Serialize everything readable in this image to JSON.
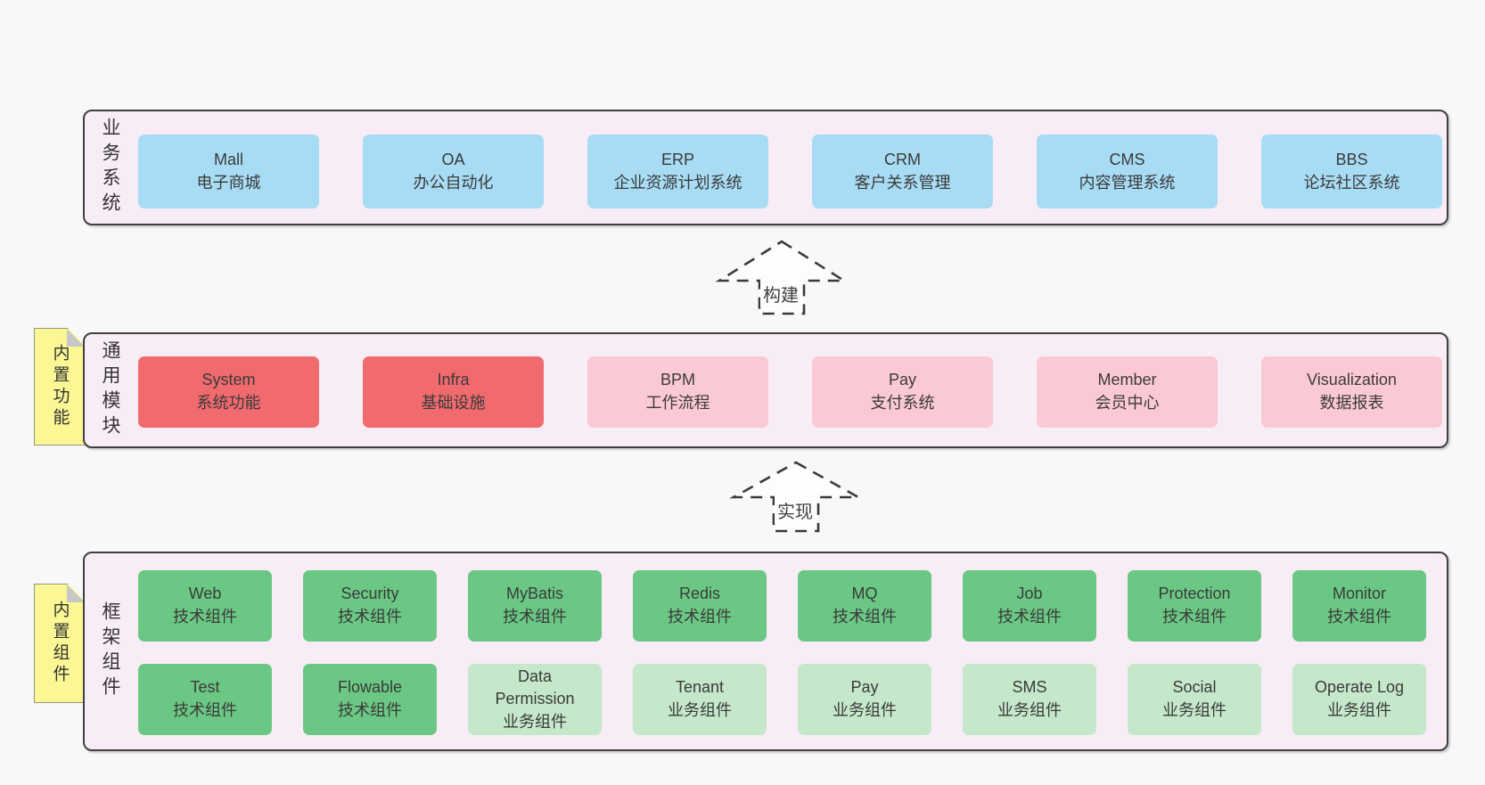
{
  "diagram": {
    "bands": {
      "business": {
        "label": "业务系统",
        "boxes": [
          {
            "en": "Mall",
            "zh": "电子商城"
          },
          {
            "en": "OA",
            "zh": "办公自动化"
          },
          {
            "en": "ERP",
            "zh": "企业资源计划系统"
          },
          {
            "en": "CRM",
            "zh": "客户关系管理"
          },
          {
            "en": "CMS",
            "zh": "内容管理系统"
          },
          {
            "en": "BBS",
            "zh": "论坛社区系统"
          }
        ]
      },
      "modules": {
        "label": "通用模块",
        "note": "内置功能",
        "boxes": [
          {
            "en": "System",
            "zh": "系统功能"
          },
          {
            "en": "Infra",
            "zh": "基础设施"
          },
          {
            "en": "BPM",
            "zh": "工作流程"
          },
          {
            "en": "Pay",
            "zh": "支付系统"
          },
          {
            "en": "Member",
            "zh": "会员中心"
          },
          {
            "en": "Visualization",
            "zh": "数据报表"
          }
        ]
      },
      "framework": {
        "label": "框架组件",
        "note": "内置组件",
        "row1": [
          {
            "en": "Web",
            "zh": "技术组件"
          },
          {
            "en": "Security",
            "zh": "技术组件"
          },
          {
            "en": "MyBatis",
            "zh": "技术组件"
          },
          {
            "en": "Redis",
            "zh": "技术组件"
          },
          {
            "en": "MQ",
            "zh": "技术组件"
          },
          {
            "en": "Job",
            "zh": "技术组件"
          },
          {
            "en": "Protection",
            "zh": "技术组件"
          },
          {
            "en": "Monitor",
            "zh": "技术组件"
          }
        ],
        "row2": [
          {
            "en": "Test",
            "zh": "技术组件"
          },
          {
            "en": "Flowable",
            "zh": "技术组件"
          },
          {
            "en": "Data Permission",
            "zh": "业务组件"
          },
          {
            "en": "Tenant",
            "zh": "业务组件"
          },
          {
            "en": "Pay",
            "zh": "业务组件"
          },
          {
            "en": "SMS",
            "zh": "业务组件"
          },
          {
            "en": "Social",
            "zh": "业务组件"
          },
          {
            "en": "Operate Log",
            "zh": "业务组件"
          }
        ]
      }
    },
    "arrows": {
      "build": "构建",
      "implement": "实现"
    },
    "colors": {
      "blue": "#a8dcf4",
      "red": "#f06a6e",
      "pink": "#fbc9d3",
      "green_dark": "#6bc884",
      "green_light": "#c5e8cb",
      "note_yellow": "#fbf794",
      "band_bg": "#f8edf6"
    }
  }
}
